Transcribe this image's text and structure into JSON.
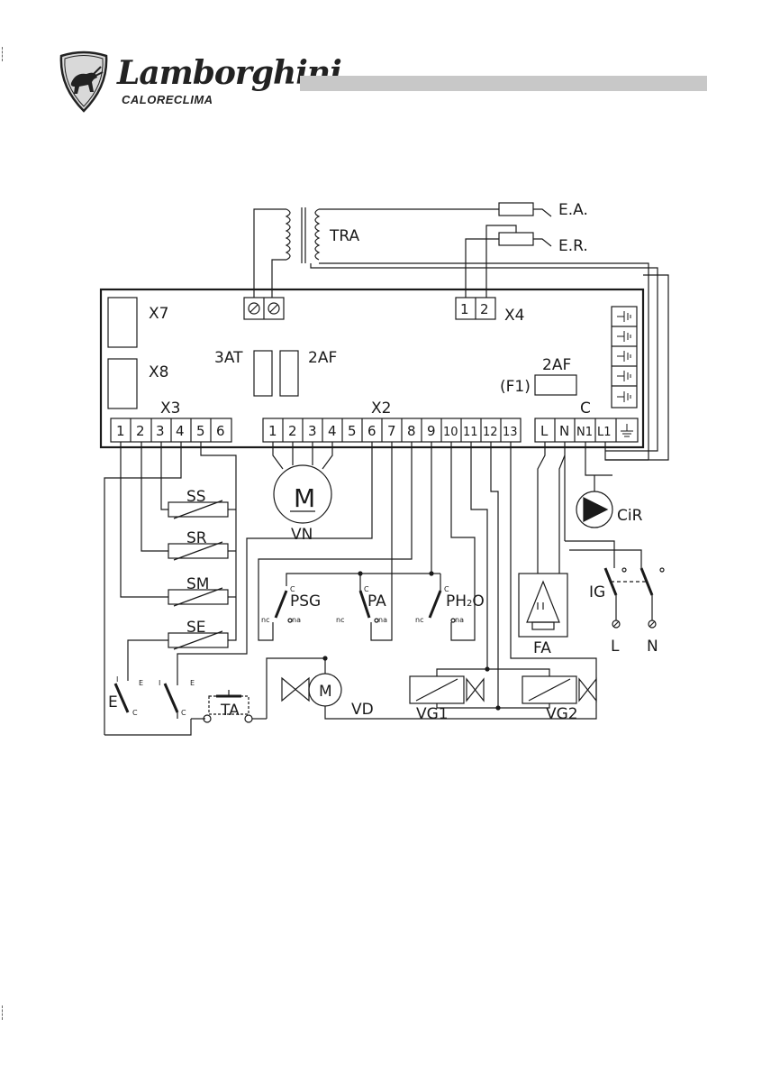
{
  "brand": {
    "name": "Lamborghini",
    "sub": "CALORECLIMA"
  },
  "board": {
    "connectors": {
      "x7": "X7",
      "x8": "X8",
      "x3": "X3",
      "x2": "X2",
      "x4": "X4",
      "c": "C"
    },
    "fuses": {
      "f3at": "3AT",
      "f2af": "2AF",
      "f1_label": "2AF",
      "f1_id": "(F1)"
    },
    "x3_pins": [
      "1",
      "2",
      "3",
      "4",
      "5",
      "6"
    ],
    "x2_pins": [
      "1",
      "2",
      "3",
      "4",
      "5",
      "6",
      "7",
      "8",
      "9",
      "10",
      "11",
      "12",
      "13"
    ],
    "x4_pins": [
      "1",
      "2"
    ],
    "c_pins": [
      "L",
      "N",
      "N1",
      "L1"
    ]
  },
  "components": {
    "tra": "TRA",
    "ea": "E.A.",
    "er": "E.R.",
    "motor": "M",
    "vn": "VN",
    "cir": "CiR",
    "ss": "SS",
    "sr": "SR",
    "sm": "SM",
    "se": "SE",
    "psg": "PSG",
    "pa": "PA",
    "ph2o_main": "PH",
    "ph2o_sub": "2",
    "ph2o_end": "O",
    "ig": "IG",
    "l": "L",
    "n": "N",
    "fa": "FA",
    "vd_motor": "M",
    "vd": "VD",
    "vg1": "VG1",
    "vg2": "VG2",
    "ta": "TA",
    "e": "E"
  },
  "switch_labels": {
    "c": "C",
    "nc": "nc",
    "na": "na",
    "i": "I",
    "e": "E"
  }
}
